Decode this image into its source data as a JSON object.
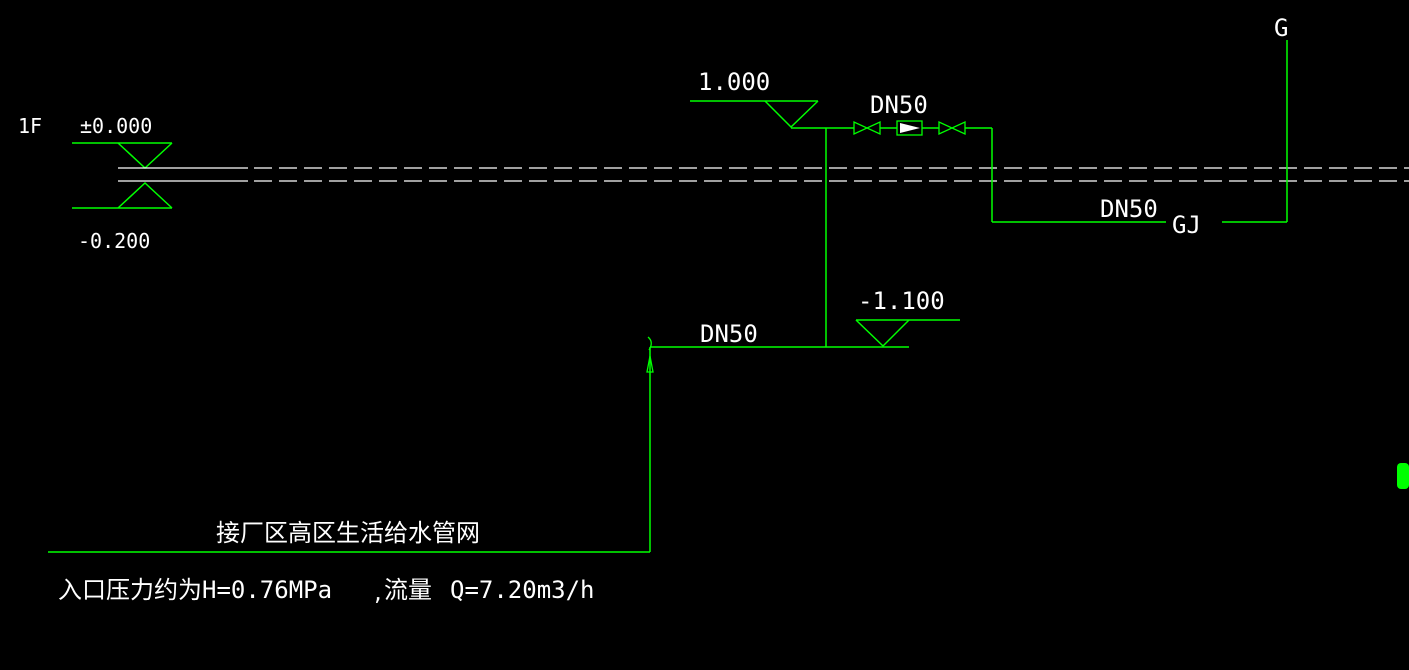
{
  "colors": {
    "background": "#000000",
    "pipe": "#00ff00",
    "text": "#ffffff",
    "dashed": "#ffffff"
  },
  "level_1f": {
    "floor": "1F",
    "elev_top": "±0.000",
    "elev_bottom": "-0.200"
  },
  "elevation_1000": "1.000",
  "elevation_m1100": "-1.100",
  "pipe_size_top": "DN50",
  "pipe_size_right": "DN50",
  "pipe_size_bottom": "DN50",
  "pipe_code_gj": "GJ",
  "pipe_code_g": "G",
  "network_label": "接厂区高区生活给水管网",
  "inlet": {
    "pressure_label": "入口压力约为",
    "pressure_value": "H=0.76MPa",
    "separator": ",",
    "flow_label": "流量",
    "flow_value": "Q=7.20m3/h"
  }
}
